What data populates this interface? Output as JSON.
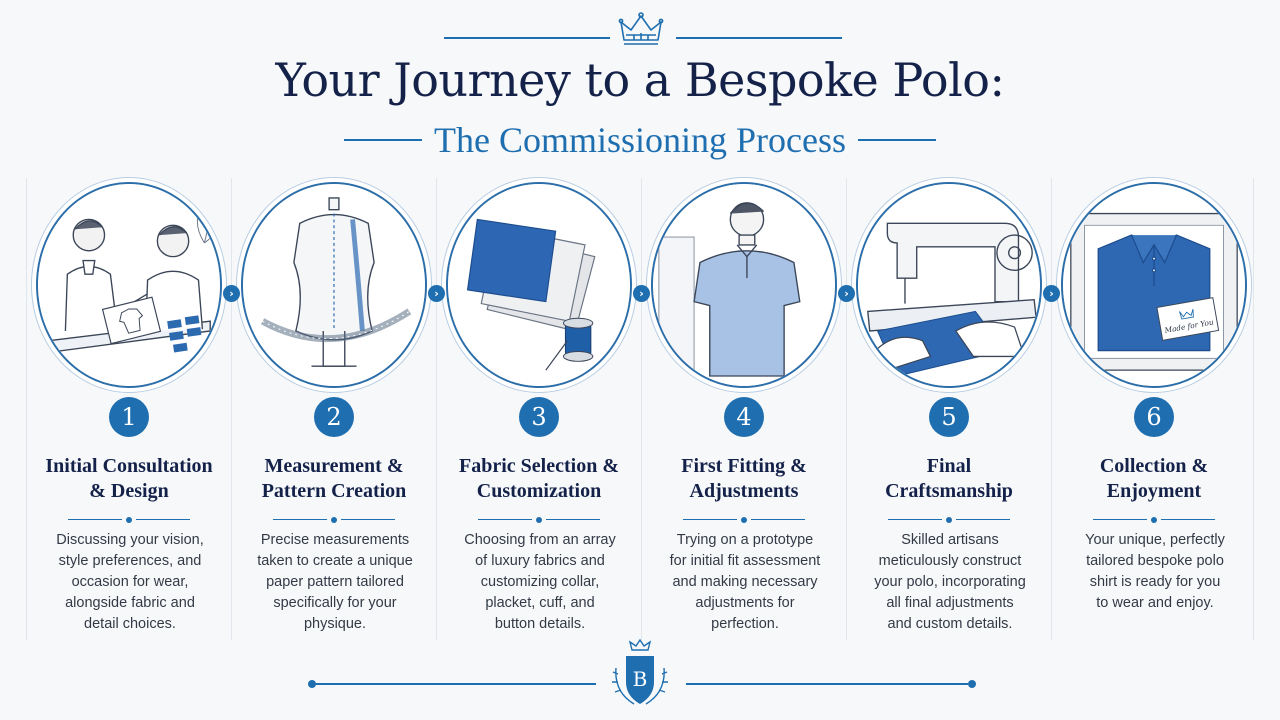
{
  "header": {
    "title": "Your Journey to a Bespoke Polo:",
    "subtitle": "The Commissioning Process"
  },
  "icons": {
    "top": "crown-icon",
    "arrow": "chevron-right-icon",
    "footer": "crest-b-icon"
  },
  "colors": {
    "navy": "#14224a",
    "accent": "#1f6fb0",
    "background": "#f7f8fa"
  },
  "steps": [
    {
      "number": "1",
      "title_line1": "Initial Consultation",
      "title_line2": "& Design",
      "desc": [
        "Discussing your vision,",
        "style preferences, and",
        "occasion for wear,",
        "alongside fabric and",
        "detail choices."
      ],
      "illustration": "consultation-illustration"
    },
    {
      "number": "2",
      "title_line1": "Measurement &",
      "title_line2": "Pattern Creation",
      "desc": [
        "Precise measurements",
        "taken to create a unique",
        "paper pattern tailored",
        "specifically for your",
        "physique."
      ],
      "illustration": "dress-form-illustration"
    },
    {
      "number": "3",
      "title_line1": "Fabric Selection &",
      "title_line2": "Customization",
      "desc": [
        "Choosing from an array",
        "of luxury fabrics and",
        "customizing collar,",
        "placket, cuff, and",
        "button details."
      ],
      "illustration": "fabric-swatches-illustration"
    },
    {
      "number": "4",
      "title_line1": "First Fitting &",
      "title_line2": "Adjustments",
      "desc": [
        "Trying on a prototype",
        "for initial fit assessment",
        "and making necessary",
        "adjustments for",
        "perfection."
      ],
      "illustration": "fitting-illustration"
    },
    {
      "number": "5",
      "title_line1": "Final",
      "title_line2": "Craftsmanship",
      "desc": [
        "Skilled artisans",
        "meticulously construct",
        "your polo, incorporating",
        "all final adjustments",
        "and custom details."
      ],
      "illustration": "sewing-machine-illustration"
    },
    {
      "number": "6",
      "title_line1": "Collection &",
      "title_line2": "Enjoyment",
      "desc": [
        "Your unique, perfectly",
        "tailored bespoke polo",
        "shirt is ready for you",
        "to wear and enjoy."
      ],
      "illustration": "boxed-polo-illustration",
      "card_text": "Made for You"
    }
  ],
  "footer": {
    "crest_letter": "B"
  }
}
